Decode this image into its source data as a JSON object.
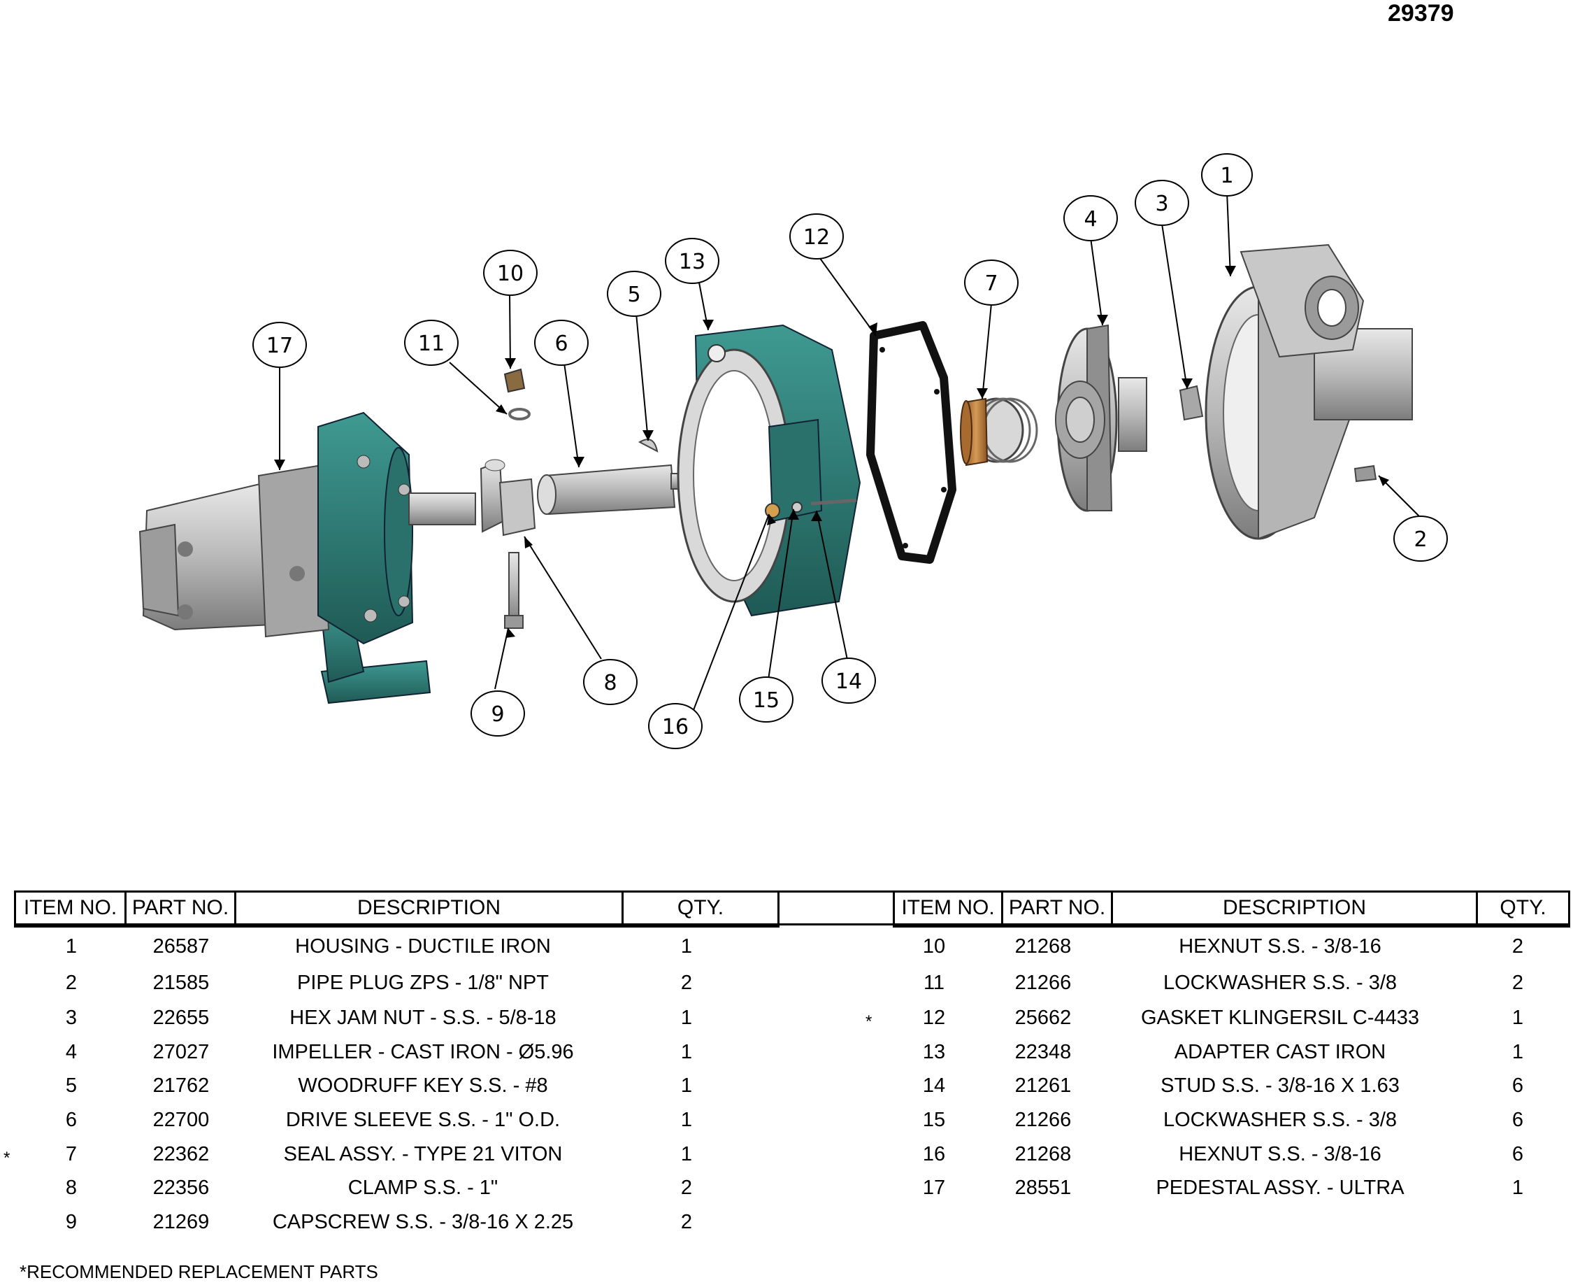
{
  "doc_number": "29379",
  "callouts": [
    "1",
    "2",
    "3",
    "4",
    "5",
    "6",
    "7",
    "8",
    "9",
    "10",
    "11",
    "12",
    "13",
    "14",
    "15",
    "16",
    "17"
  ],
  "table": {
    "headers": [
      "ITEM NO.",
      "PART NO.",
      "DESCRIPTION",
      "QTY."
    ],
    "left_rows": [
      {
        "item": "1",
        "part": "26587",
        "desc": "HOUSING - DUCTILE IRON",
        "qty": "1",
        "star": ""
      },
      {
        "item": "2",
        "part": "21585",
        "desc": "PIPE PLUG ZPS - 1/8\" NPT",
        "qty": "2",
        "star": ""
      },
      {
        "item": "3",
        "part": "22655",
        "desc": "HEX JAM NUT - S.S. - 5/8-18",
        "qty": "1",
        "star": ""
      },
      {
        "item": "4",
        "part": "27027",
        "desc": "IMPELLER - CAST IRON - Ø5.96",
        "qty": "1",
        "star": ""
      },
      {
        "item": "5",
        "part": "21762",
        "desc": "WOODRUFF KEY S.S. - #8",
        "qty": "1",
        "star": ""
      },
      {
        "item": "6",
        "part": "22700",
        "desc": "DRIVE SLEEVE S.S. - 1\" O.D.",
        "qty": "1",
        "star": ""
      },
      {
        "item": "7",
        "part": "22362",
        "desc": "SEAL ASSY. - TYPE 21 VITON",
        "qty": "1",
        "star": "*"
      },
      {
        "item": "8",
        "part": "22356",
        "desc": "CLAMP S.S. - 1\"",
        "qty": "2",
        "star": ""
      },
      {
        "item": "9",
        "part": "21269",
        "desc": "CAPSCREW S.S. - 3/8-16 X 2.25",
        "qty": "2",
        "star": ""
      }
    ],
    "right_rows": [
      {
        "item": "10",
        "part": "21268",
        "desc": "HEXNUT S.S. - 3/8-16",
        "qty": "2",
        "star": ""
      },
      {
        "item": "11",
        "part": "21266",
        "desc": "LOCKWASHER S.S. - 3/8",
        "qty": "2",
        "star": ""
      },
      {
        "item": "12",
        "part": "25662",
        "desc": "GASKET KLINGERSIL C-4433",
        "qty": "1",
        "star": "*"
      },
      {
        "item": "13",
        "part": "22348",
        "desc": "ADAPTER CAST IRON",
        "qty": "1",
        "star": ""
      },
      {
        "item": "14",
        "part": "21261",
        "desc": "STUD S.S. - 3/8-16 X 1.63",
        "qty": "6",
        "star": ""
      },
      {
        "item": "15",
        "part": "21266",
        "desc": "LOCKWASHER S.S. - 3/8",
        "qty": "6",
        "star": ""
      },
      {
        "item": "16",
        "part": "21268",
        "desc": "HEXNUT S.S. - 3/8-16",
        "qty": "6",
        "star": ""
      },
      {
        "item": "17",
        "part": "28551",
        "desc": "PEDESTAL ASSY. - ULTRA",
        "qty": "1",
        "star": ""
      }
    ]
  },
  "footnote": "*RECOMMENDED REPLACEMENT PARTS",
  "colors": {
    "casting_teal": "#2f7f78",
    "casting_teal_dark": "#1f5a55",
    "steel_gray": "#b9b9b9",
    "steel_dark": "#7d7d7d",
    "bronze": "#b77a3a",
    "gasket_black": "#111111"
  }
}
